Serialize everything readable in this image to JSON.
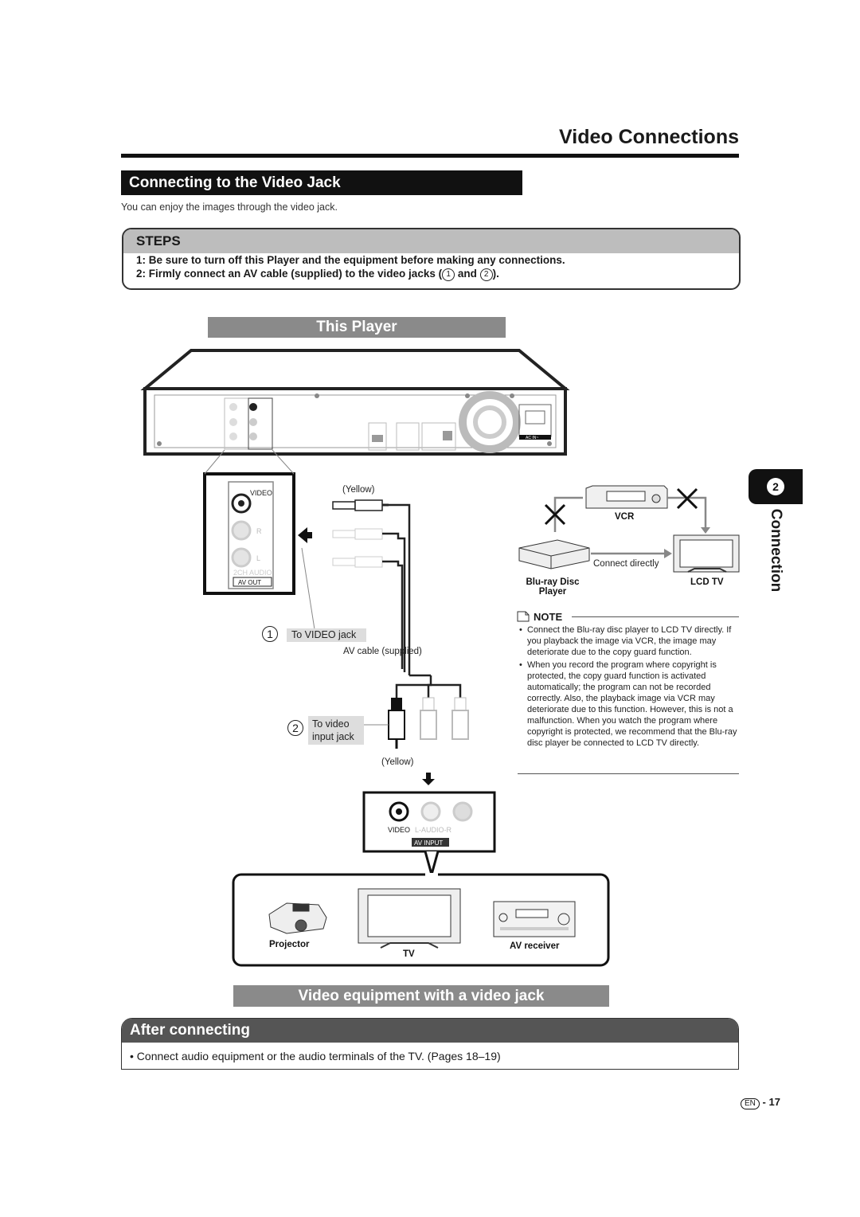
{
  "page": {
    "title": "Video Connections",
    "section_title": "Connecting to the Video Jack",
    "intro": "You can enjoy the images through the video jack."
  },
  "steps": {
    "heading": "STEPS",
    "step1": "1:  Be sure to turn off this Player and the equipment before making any connections.",
    "step2_prefix": "2:  Firmly connect an AV cable (supplied) to the video jacks (",
    "step2_and": "and",
    "step2_suffix": ").",
    "circ1": "1",
    "circ2": "2"
  },
  "diagram": {
    "this_player": "This Player",
    "video_jack_label": "VIDEO",
    "r_label": "R",
    "l_label": "L",
    "two_ch_audio": "2CH AUDIO",
    "av_out": "AV OUT",
    "yellow_top": "(Yellow)",
    "yellow_bottom": "(Yellow)",
    "to_video_jack": "To VIDEO jack",
    "av_cable": "AV cable (supplied)",
    "to_video_input_line1": "To video",
    "to_video_input_line2": "input jack",
    "video_label": "VIDEO",
    "audio_label": "L-AUDIO-R",
    "av_input": "AV INPUT",
    "projector": "Projector",
    "tv": "TV",
    "av_receiver": "AV receiver",
    "equipment_label": "Video equipment with a video jack",
    "vcr": "VCR",
    "connect_directly": "Connect directly",
    "bluray_line1": "Blu-ray Disc",
    "bluray_line2": "Player",
    "lcd_tv": "LCD TV",
    "ac_in": "AC IN~"
  },
  "note": {
    "heading": "NOTE",
    "items": [
      "Connect the Blu-ray disc player to LCD TV directly. If you playback the image via VCR, the image may deteriorate due to the copy guard function.",
      "When you record the program where copyright is protected, the copy guard function is activated automatically; the program can not be recorded correctly. Also, the playback image via VCR may deteriorate due to this function. However, this is not a malfunction. When you watch the program where copyright is protected, we recommend that the Blu-ray disc player be connected to LCD TV directly."
    ]
  },
  "after": {
    "heading": "After connecting",
    "text": "•  Connect audio equipment or the audio terminals of the TV. (Pages 18–19)"
  },
  "side_tab": {
    "number": "2",
    "label": "Connection"
  },
  "footer": {
    "lang": "EN",
    "page": "- 17"
  }
}
